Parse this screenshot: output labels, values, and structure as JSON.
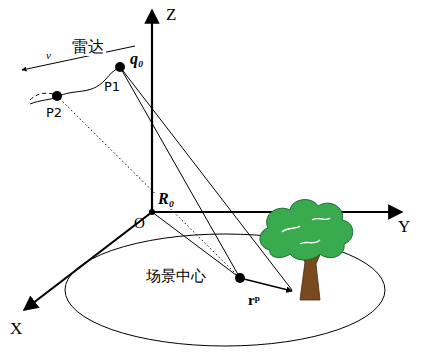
{
  "diagram": {
    "labels": [
      "Z",
      "雷达",
      "v",
      "q₀",
      "P1",
      "P2",
      "R₀",
      "O",
      "Y",
      "场景中心",
      "rᵖ",
      "X"
    ]
  }
}
